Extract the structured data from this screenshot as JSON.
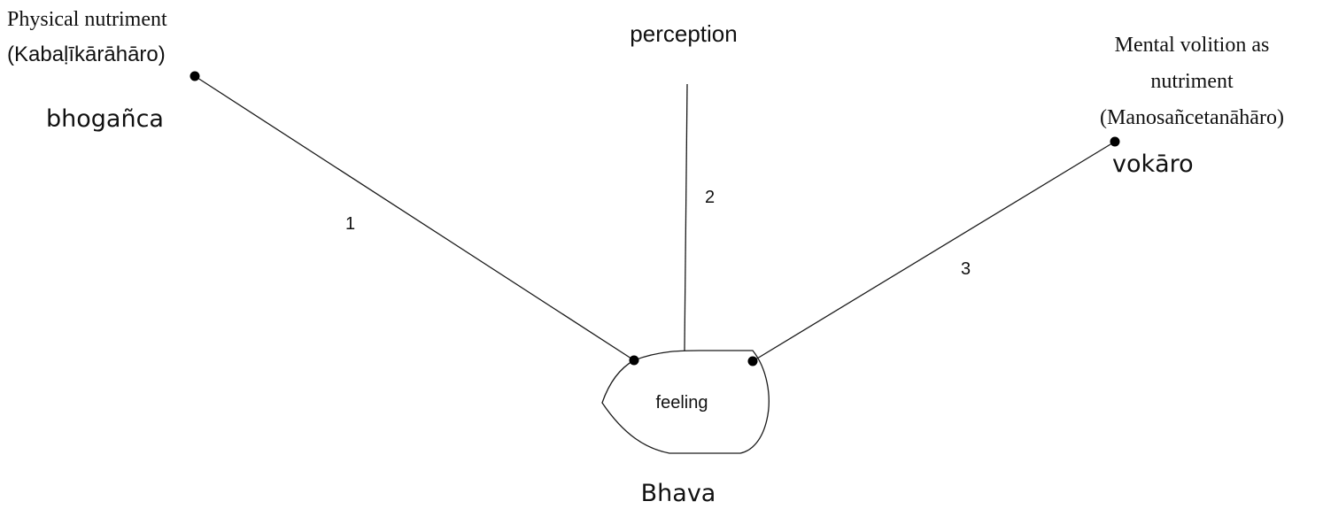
{
  "nodes": {
    "physical": {
      "line1": "Physical nutriment",
      "line2": "(Kabaḷīkārāhāro)",
      "sub": "bhogañca"
    },
    "perception": {
      "label": "perception"
    },
    "mental": {
      "line1": "Mental volition as",
      "line2": "nutriment",
      "line3": "(Manosañcetanāhāro)",
      "sub": "vokāro"
    },
    "center": {
      "label": "feeling",
      "caption": "Bhava"
    }
  },
  "edges": [
    {
      "label": "1"
    },
    {
      "label": "2"
    },
    {
      "label": "3"
    }
  ],
  "colors": {
    "line": "#1a1a1a",
    "dot": "#000000",
    "background": "#ffffff"
  }
}
